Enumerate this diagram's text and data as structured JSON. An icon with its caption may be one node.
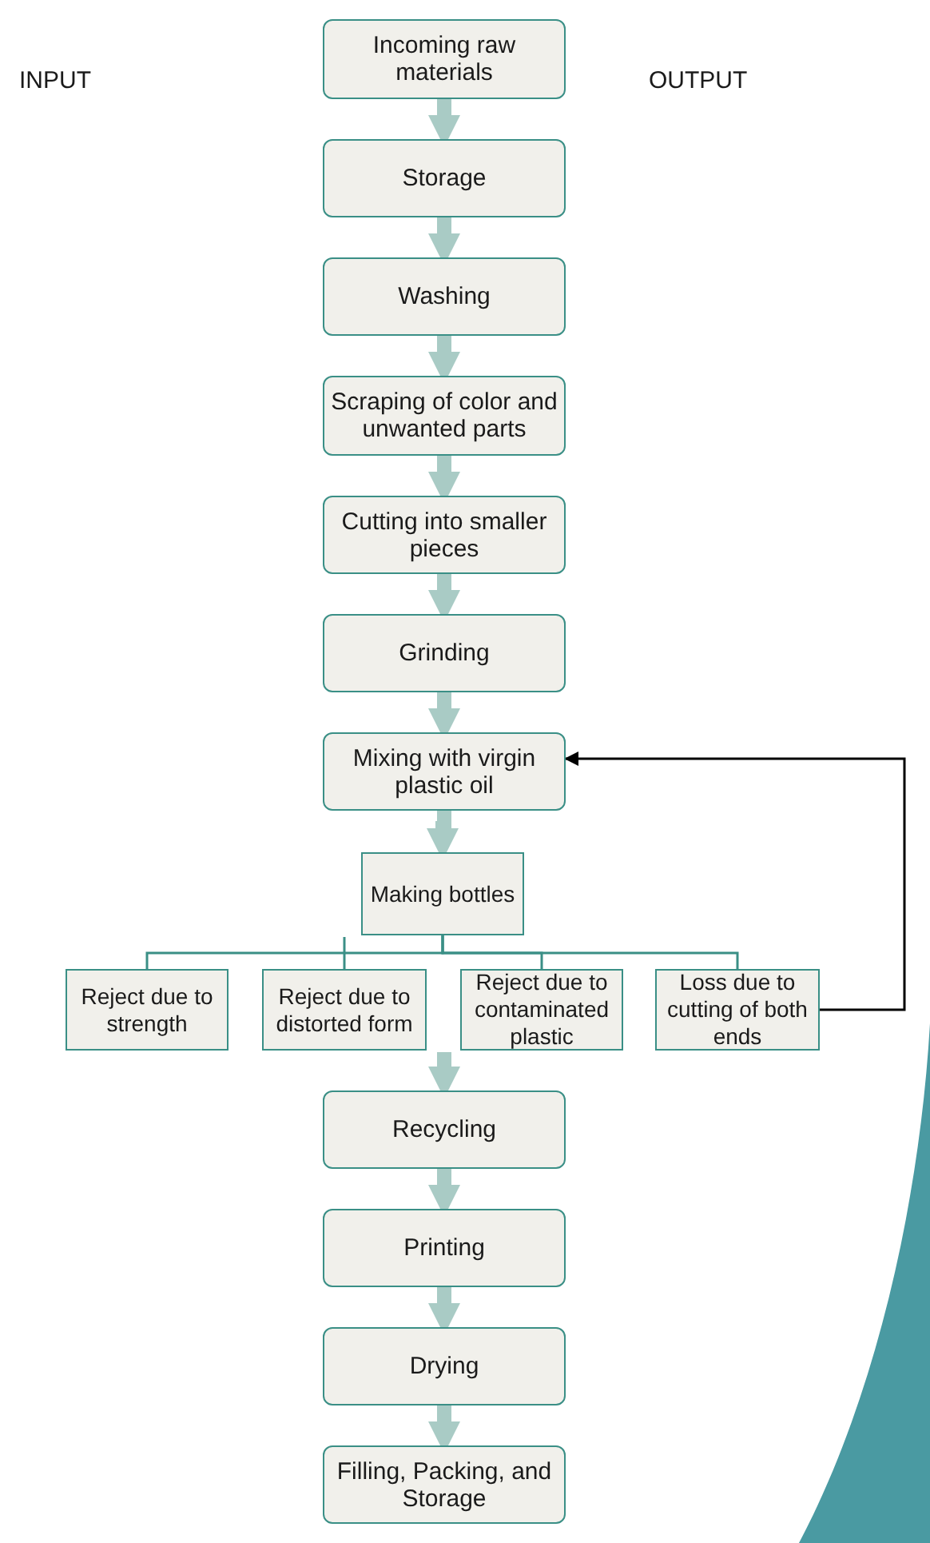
{
  "diagram": {
    "nodes": [
      {
        "text": [
          "Incoming raw materials"
        ]
      },
      {
        "text": [
          "Storage"
        ]
      },
      {
        "text": [
          "Washing"
        ]
      },
      {
        "text": [
          "Scraping of color and unwanted parts"
        ]
      },
      {
        "text": [
          "Cutting into smaller pieces"
        ]
      },
      {
        "text": [
          "Grinding"
        ]
      },
      {
        "text": [
          "Mixing with virgin plastic oil"
        ]
      },
      {
        "text": [
          "Making bottles"
        ]
      },
      {
        "text": [
          "Reject due to strength"
        ]
      },
      {
        "text": [
          "Reject due to distorted form"
        ]
      },
      {
        "text": [
          "Reject due to contaminated plastic"
        ]
      },
      {
        "text": [
          "Loss due to cutting of both ends"
        ]
      },
      {
        "text": [
          "Recycling"
        ]
      },
      {
        "text": [
          "Printing"
        ]
      },
      {
        "text": [
          "Drying"
        ]
      },
      {
        "text": [
          "Filling, Packing, and Storage"
        ]
      }
    ],
    "edges": [
      {
        "from": 0,
        "to": 1,
        "arrow": "to"
      },
      {
        "from": 1,
        "to": 2,
        "arrow": "to"
      },
      {
        "from": 2,
        "to": 3,
        "arrow": "to"
      },
      {
        "from": 3,
        "to": 4,
        "arrow": "to"
      },
      {
        "from": 4,
        "to": 5,
        "arrow": "to"
      },
      {
        "from": 5,
        "to": 6,
        "arrow": "to"
      },
      {
        "from": 6,
        "to": 7,
        "arrow": "to"
      },
      {
        "from": 7,
        "to": 8,
        "arrow": "none",
        "color": "#3a8f86"
      },
      {
        "from": 7,
        "to": 9,
        "arrow": "none",
        "color": "#3a8f86"
      },
      {
        "from": 7,
        "to": 10,
        "arrow": "none",
        "color": "#3a8f86"
      },
      {
        "from": 7,
        "to": 11,
        "arrow": "none",
        "color": "#3a8f86"
      },
      {
        "from": 11,
        "to": 6,
        "arrow": "to",
        "color": "#000000"
      },
      {
        "from": 10,
        "to": 12,
        "arrow": "to"
      },
      {
        "from": 12,
        "to": 13,
        "arrow": "to"
      },
      {
        "from": 13,
        "to": 14,
        "arrow": "to"
      },
      {
        "from": 14,
        "to": 15,
        "arrow": "to"
      }
    ],
    "labels": [
      "INPUT",
      "OUTPUT"
    ]
  }
}
